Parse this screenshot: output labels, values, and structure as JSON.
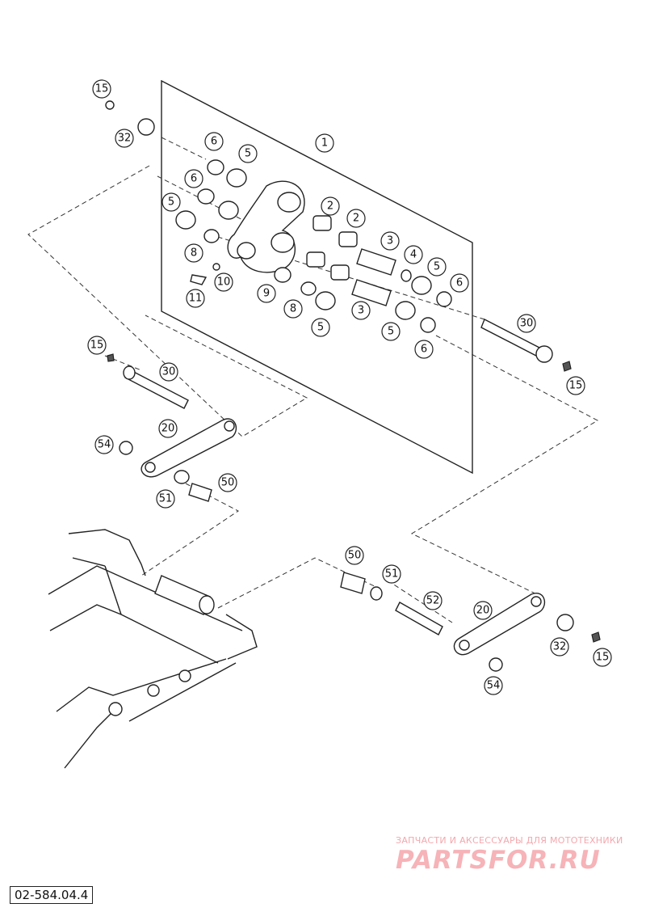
{
  "diagram_code": "02-584.04.4",
  "watermark": {
    "caption": "ЗАПЧАСТИ И АКСЕССУАРЫ ДЛЯ МОТОТЕХНИКИ",
    "logo": "PARTSFOR.RU"
  },
  "callouts": [
    {
      "id": "c-15-a",
      "label": "15"
    },
    {
      "id": "c-32-a",
      "label": "32"
    },
    {
      "id": "c-6-a",
      "label": "6"
    },
    {
      "id": "c-5-a",
      "label": "5"
    },
    {
      "id": "c-1",
      "label": "1"
    },
    {
      "id": "c-6-b",
      "label": "6"
    },
    {
      "id": "c-5-b",
      "label": "5"
    },
    {
      "id": "c-2-a",
      "label": "2"
    },
    {
      "id": "c-2-b",
      "label": "2"
    },
    {
      "id": "c-8-a",
      "label": "8"
    },
    {
      "id": "c-3-a",
      "label": "3"
    },
    {
      "id": "c-4",
      "label": "4"
    },
    {
      "id": "c-5-c",
      "label": "5"
    },
    {
      "id": "c-10",
      "label": "10"
    },
    {
      "id": "c-6-c",
      "label": "6"
    },
    {
      "id": "c-9",
      "label": "9"
    },
    {
      "id": "c-11",
      "label": "11"
    },
    {
      "id": "c-8-b",
      "label": "8"
    },
    {
      "id": "c-3-b",
      "label": "3"
    },
    {
      "id": "c-5-d",
      "label": "5"
    },
    {
      "id": "c-5-e",
      "label": "5"
    },
    {
      "id": "c-6-d",
      "label": "6"
    },
    {
      "id": "c-30-a",
      "label": "30"
    },
    {
      "id": "c-15-b",
      "label": "15"
    },
    {
      "id": "c-15-c",
      "label": "15"
    },
    {
      "id": "c-30-b",
      "label": "30"
    },
    {
      "id": "c-20-a",
      "label": "20"
    },
    {
      "id": "c-54-a",
      "label": "54"
    },
    {
      "id": "c-50-a",
      "label": "50"
    },
    {
      "id": "c-51-a",
      "label": "51"
    },
    {
      "id": "c-50-b",
      "label": "50"
    },
    {
      "id": "c-51-b",
      "label": "51"
    },
    {
      "id": "c-52",
      "label": "52"
    },
    {
      "id": "c-20-b",
      "label": "20"
    },
    {
      "id": "c-32-b",
      "label": "32"
    },
    {
      "id": "c-15-d",
      "label": "15"
    },
    {
      "id": "c-54-b",
      "label": "54"
    }
  ]
}
